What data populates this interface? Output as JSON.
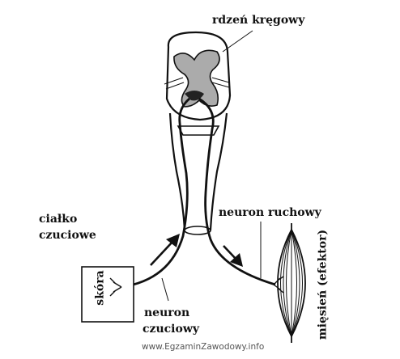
{
  "labels": {
    "spinal_cord": "rdzeń kręgowy",
    "receptor_line1": "ciałko",
    "receptor_line2": "czuciowe",
    "motor_neuron": "neuron ruchowy",
    "skin": "skóra",
    "sensory_line1": "neuron",
    "sensory_line2": "czuciowy",
    "muscle": "mięsień (efektor)"
  },
  "watermark": "www.EgzaminZawodowy.info",
  "colors": {
    "ink": "#111111",
    "grey_matter": "#ababab",
    "background": "#ffffff"
  }
}
